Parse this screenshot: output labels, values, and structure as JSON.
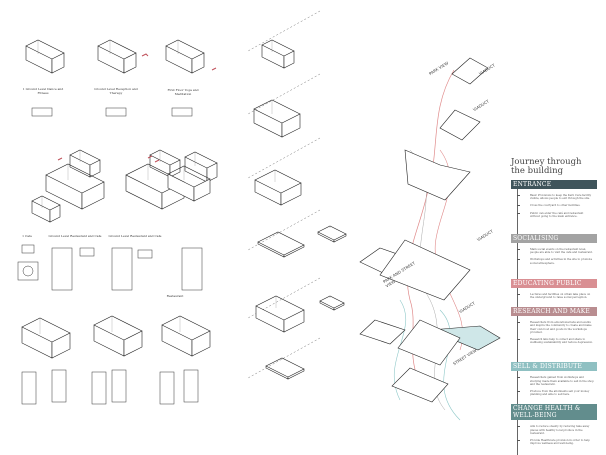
{
  "left_column": {
    "row1_labels": [
      "1 Ground Level Dance and Fitness",
      "Ground Level Reception and Therapy",
      "First Floor Yoga and Meditation"
    ],
    "row3_labels": [
      "1 Cafe",
      "Ground Level Restaurant and Cafe",
      "Ground Level Restaurant and Cafe"
    ],
    "row3_caption": "Restaurant"
  },
  "journey_labels": {
    "top_viaduct": "VIADUCT",
    "park_view": "PARK VIEW",
    "viaduct_2": "VIADUCT",
    "viaduct_3": "VIADUCT",
    "park_and_street_view": "PARK AND STREET VIEW",
    "viaduct_4": "VIADUCT",
    "street_view": "STREET VIEW"
  },
  "panel": {
    "title": "Journey through the building",
    "sections": [
      {
        "title": "ENTRANCE",
        "color": "#3f545b",
        "items": [
          "Basic Provisions to keep the Kern Care facility visible, allows people to exit through the site.",
          "Cross the courtyard to other facilities.",
          "Public can enter the café and restaurant without going to the main entrance."
        ]
      },
      {
        "title": "SOCIALISING",
        "color": "#a3a3a3",
        "items": [
          "Main social events on the restaurant level, people are able to visit the café and restaurant.",
          "Workshops and activities in the site to promote social atmosphere."
        ]
      },
      {
        "title": "EDUCATING PUBLIC",
        "color": "#d98f93",
        "items": [
          "Lectures and facilities on urban lake place on the underground to raise social perception."
        ]
      },
      {
        "title": "RESEARCH AND MAKE",
        "color": "#b98d90",
        "items": [
          "Researchers from educational labs and events and inspire the community to create and make their own food and goods in the workshops provided.",
          "Research labs help to collect and share to wellbeing sustainability and reduce depression."
        ]
      },
      {
        "title": "SELL & DISTRIBUTE",
        "color": "#8fc0c2",
        "items": [
          "Researchers gained from workshops and studying made them available to sell in the shop and the restaurant.",
          "Produce from the allotments sell your money planning and able to sell here."
        ]
      },
      {
        "title": "CHANGE HEALTH & WELL-BEING",
        "color": "#628d8d",
        "items": [
          "Aim to reduce obesity by reducing take away places with healthy local produce in the restaurant.",
          "Provide Healthcare provision in order to help improve wellness and well-being."
        ]
      }
    ]
  },
  "colors": {
    "red_path": "#e08a8a",
    "teal_path": "#8fc9c9",
    "teal_fill": "#cfe7e8"
  }
}
